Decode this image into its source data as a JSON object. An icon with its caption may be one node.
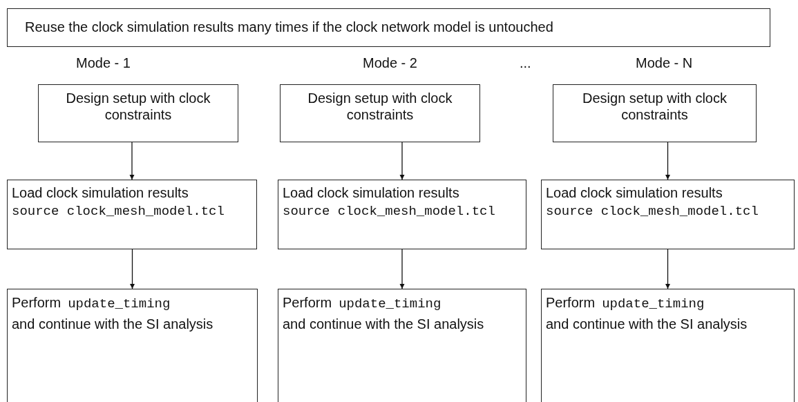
{
  "diagram": {
    "nodes": [
      {
        "text": [
          "Reuse the clock simulation results many times if the clock network model is untouched"
        ]
      },
      {
        "text": [
          "Design setup with clock constraints"
        ]
      },
      {
        "text": [
          "Design setup with clock constraints"
        ]
      },
      {
        "text": [
          "Design setup with clock constraints"
        ]
      },
      {
        "text": [
          "Load clock simulation results",
          "source clock_mesh_model.tcl"
        ]
      },
      {
        "text": [
          "Load clock simulation results",
          "source clock_mesh_model.tcl"
        ]
      },
      {
        "text": [
          "Load clock simulation results",
          "source clock_mesh_model.tcl"
        ]
      },
      {
        "text": [
          "Perform",
          "update_timing",
          "and continue with the SI analysis"
        ]
      },
      {
        "text": [
          "Perform",
          "update_timing",
          "and continue with the SI analysis"
        ]
      },
      {
        "text": [
          "Perform",
          "update_timing",
          "and continue with the SI analysis"
        ]
      }
    ],
    "edges": [
      {
        "from": 1,
        "to": 4,
        "arrow": "to"
      },
      {
        "from": 2,
        "to": 5,
        "arrow": "to"
      },
      {
        "from": 3,
        "to": 6,
        "arrow": "to"
      },
      {
        "from": 4,
        "to": 7,
        "arrow": "to"
      },
      {
        "from": 5,
        "to": 8,
        "arrow": "to"
      },
      {
        "from": 6,
        "to": 9,
        "arrow": "to"
      }
    ],
    "labels": [
      "Mode - 1",
      "Mode - 2",
      "...",
      "Mode - N"
    ]
  }
}
